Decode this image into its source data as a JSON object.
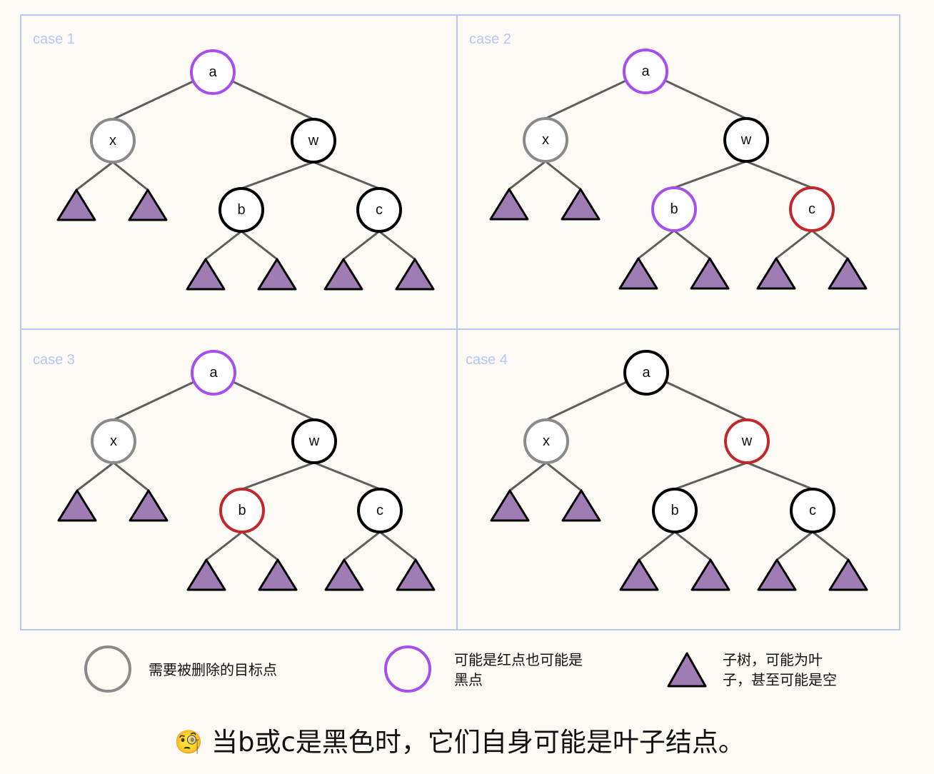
{
  "colors": {
    "panel_border": "#b8c6f5",
    "edge": "#5e5e5e",
    "triangle_fill": "#a07cb4",
    "triangle_stroke": "#000000",
    "target": "#8a8a8a",
    "either": "#a550ec",
    "black": "#000000",
    "red": "#c0282c"
  },
  "cases": [
    {
      "label": "case 1",
      "nodes": {
        "a": "either",
        "x": "target",
        "w": "black",
        "b": "black",
        "c": "black"
      }
    },
    {
      "label": "case 2",
      "nodes": {
        "a": "either",
        "x": "target",
        "w": "black",
        "b": "either",
        "c": "red"
      }
    },
    {
      "label": "case 3",
      "nodes": {
        "a": "either",
        "x": "target",
        "w": "black",
        "b": "red",
        "c": "black"
      }
    },
    {
      "label": "case 4",
      "nodes": {
        "a": "black",
        "x": "target",
        "w": "red",
        "b": "black",
        "c": "black"
      }
    }
  ],
  "legend": [
    {
      "kind": "target-circle",
      "lines": [
        "需要被删除的目标点"
      ]
    },
    {
      "kind": "either-circle",
      "lines": [
        "可能是红点也可能是",
        "黑点"
      ]
    },
    {
      "kind": "subtree-triangle",
      "lines": [
        "子树，可能为叶",
        "子，甚至可能是空"
      ]
    }
  ],
  "caption": {
    "emoji": "🧐",
    "text": "当b或c是黑色时，它们自身可能是叶子结点。"
  }
}
